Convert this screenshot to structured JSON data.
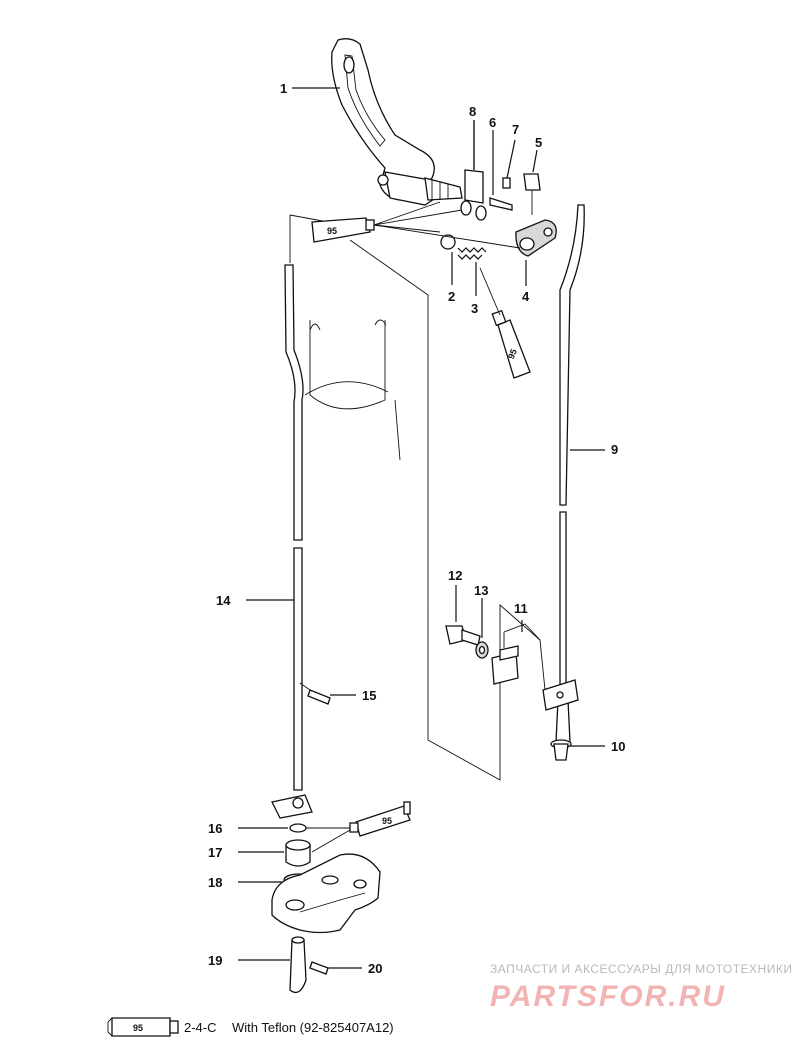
{
  "callouts": {
    "c1": "1",
    "c2": "2",
    "c3": "3",
    "c4": "4",
    "c5": "5",
    "c6": "6",
    "c7": "7",
    "c8": "8",
    "c9": "9",
    "c10": "10",
    "c11": "11",
    "c12": "12",
    "c13": "13",
    "c14": "14",
    "c15": "15",
    "c16": "16",
    "c17": "17",
    "c18": "18",
    "c19": "19",
    "c20": "20"
  },
  "tube_label": "95",
  "legend": {
    "tube_label": "95",
    "code": "2-4-C",
    "description": "With Teflon (92-825407A12)"
  },
  "watermark": {
    "line1": "ЗАПЧАСТИ И АКСЕССУАРЫ ДЛЯ МОТОТЕХНИКИ",
    "line2": "PARTSFOR.RU"
  }
}
